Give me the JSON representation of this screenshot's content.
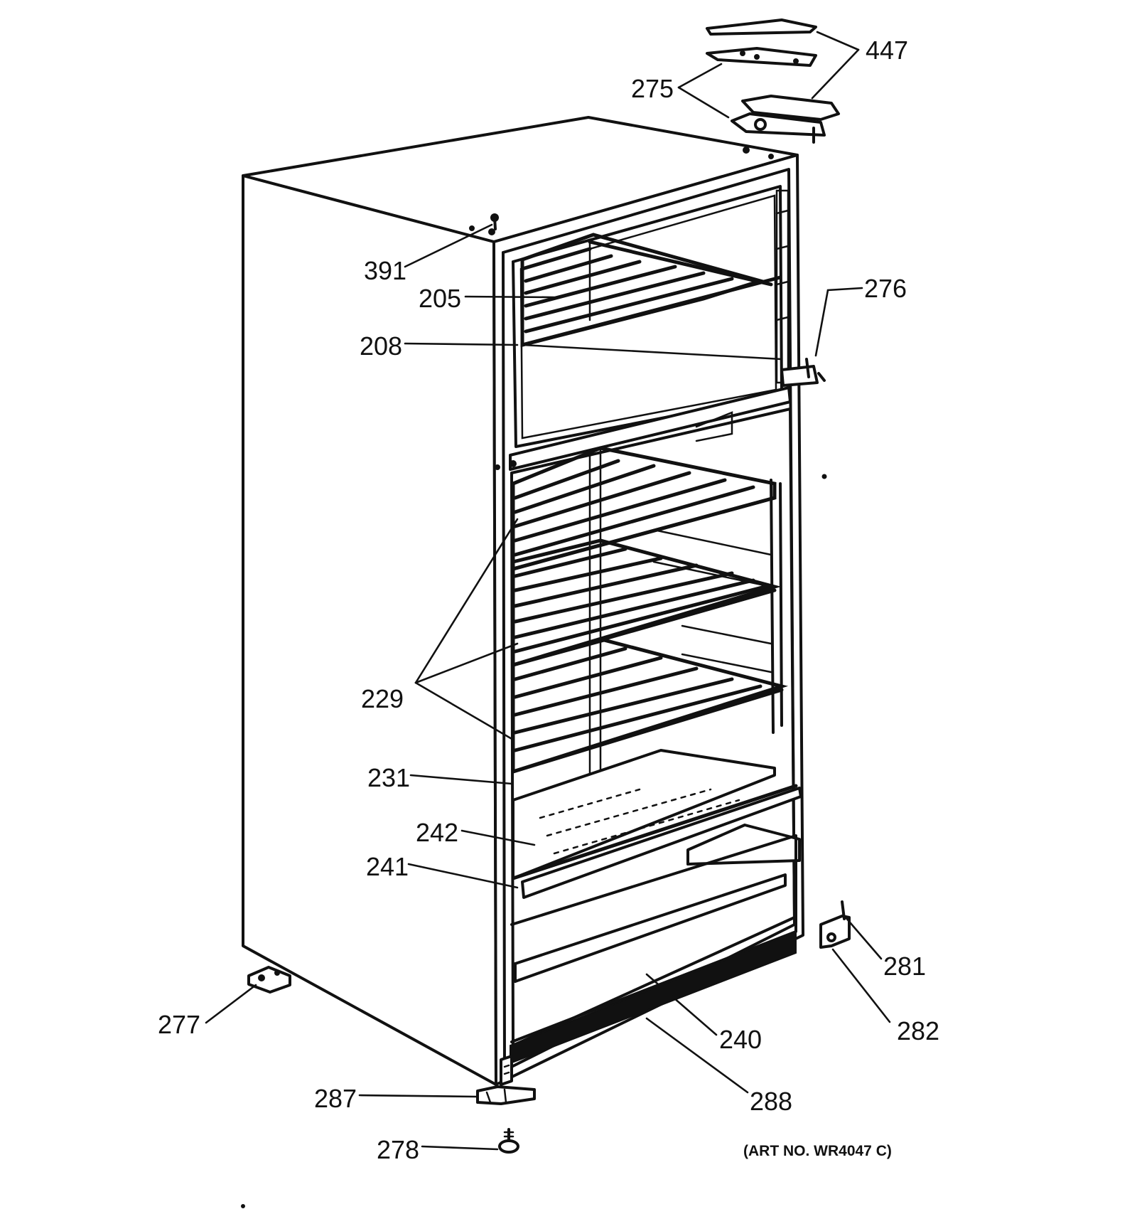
{
  "diagram": {
    "art_number": "(ART NO. WR4047 C)",
    "callouts": [
      {
        "id": "447",
        "label": "447"
      },
      {
        "id": "275",
        "label": "275"
      },
      {
        "id": "276",
        "label": "276"
      },
      {
        "id": "391",
        "label": "391"
      },
      {
        "id": "205",
        "label": "205"
      },
      {
        "id": "208",
        "label": "208"
      },
      {
        "id": "229",
        "label": "229"
      },
      {
        "id": "231",
        "label": "231"
      },
      {
        "id": "242",
        "label": "242"
      },
      {
        "id": "241",
        "label": "241"
      },
      {
        "id": "281",
        "label": "281"
      },
      {
        "id": "282",
        "label": "282"
      },
      {
        "id": "277",
        "label": "277"
      },
      {
        "id": "240",
        "label": "240"
      },
      {
        "id": "287",
        "label": "287"
      },
      {
        "id": "288",
        "label": "288"
      },
      {
        "id": "278",
        "label": "278"
      }
    ]
  }
}
